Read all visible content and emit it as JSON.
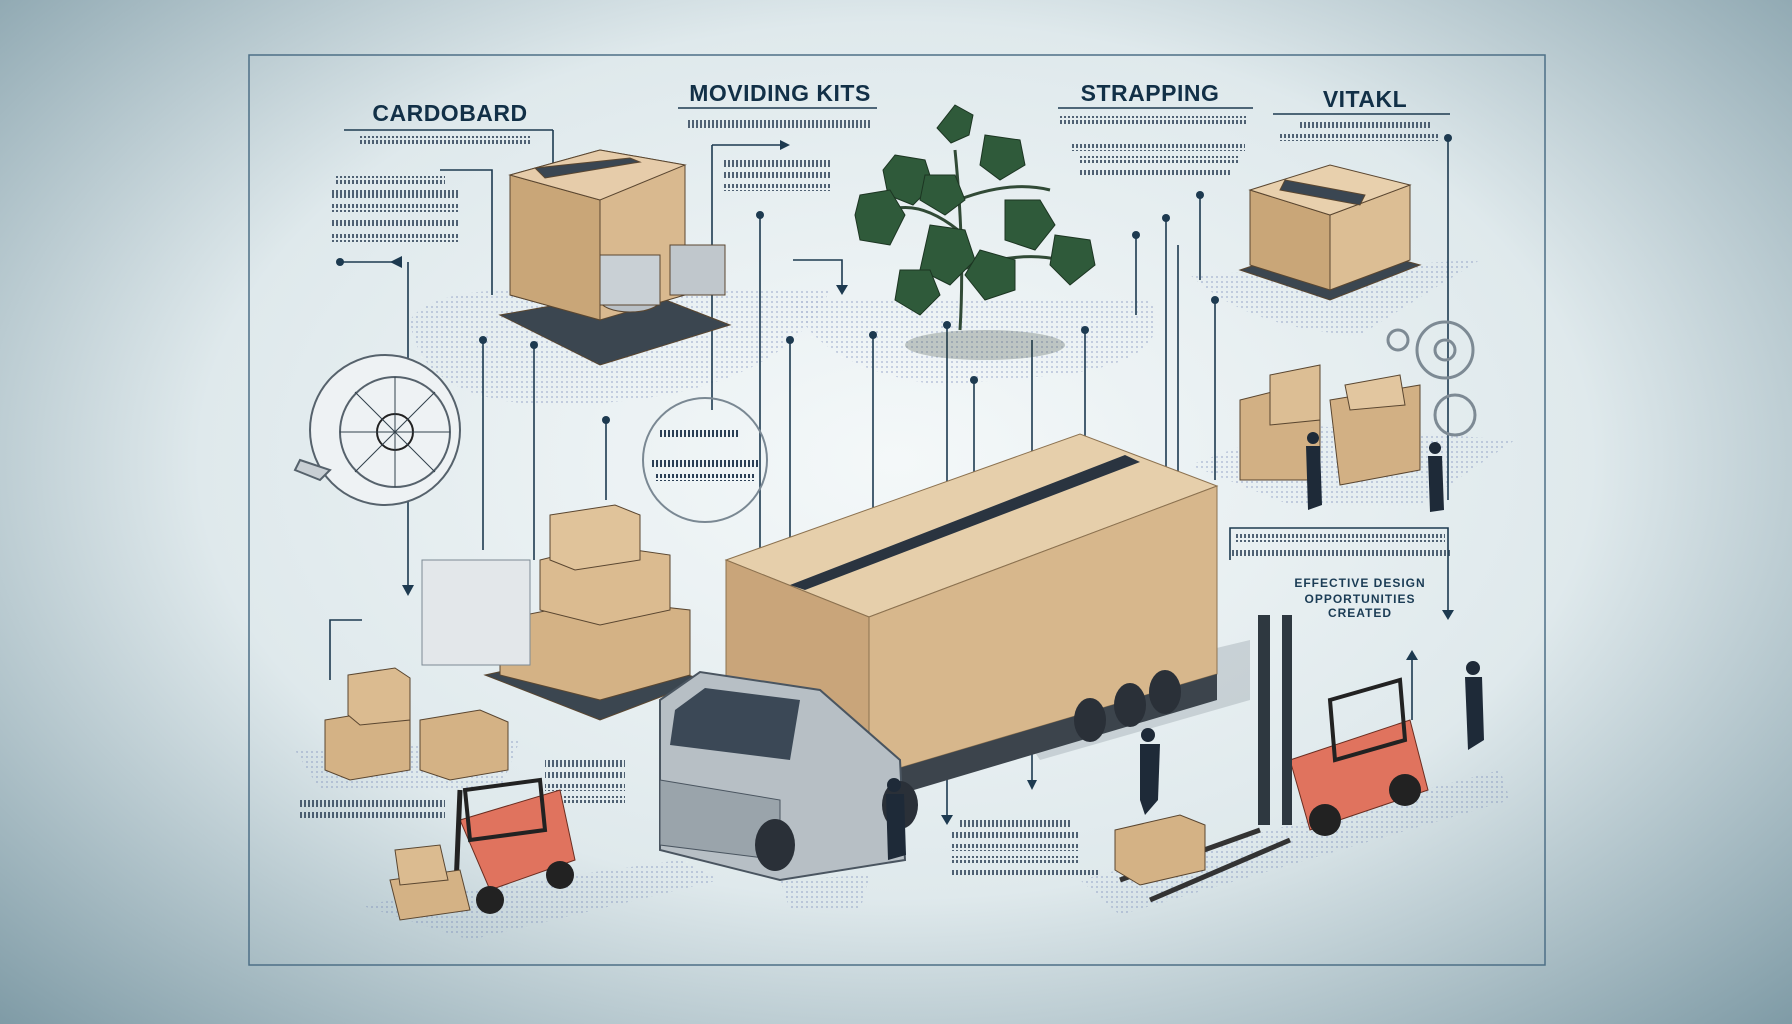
{
  "labels": {
    "cardboard": "CARDOBARD",
    "moving_kits": "MOVIDING KITS",
    "strapping": "STRAPPING",
    "vitakl": "VITAKL"
  },
  "caption": {
    "line1": "EFFECTIVE DESIGN",
    "line2": "OPPORTUNITIES CREATED"
  },
  "colors": {
    "cardboard": "#d8b88e",
    "ink": "#123047",
    "forklift": "#e0735e",
    "plant": "#2f5a3a"
  }
}
